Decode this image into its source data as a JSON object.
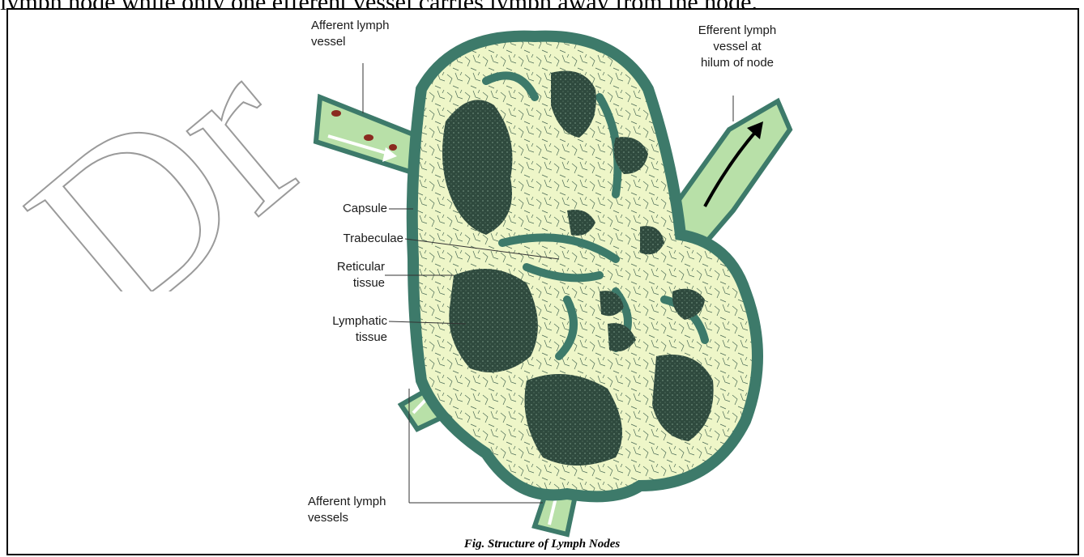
{
  "page": {
    "top_text": "lymph node while only one efferent vessel carries lymph away from the node."
  },
  "diagram": {
    "labels": {
      "afferent_top": "Afferent lymph\nvessel",
      "efferent": "Efferent lymph\nvessel at\nhilum of node",
      "capsule": "Capsule",
      "trabeculae": "Trabeculae",
      "reticular": "Reticular\ntissue",
      "lymphatic": "Lymphatic\ntissue",
      "afferent_bottom": "Afferent lymph\nvessels"
    },
    "watermark_text": "Dr",
    "caption": "Fig. Structure of Lymph Nodes"
  },
  "colors": {
    "capsule": "#3d7a6a",
    "cortex": "#9fd39e",
    "medulla_light": "#eef6c8",
    "nodule": "#2f4a3e",
    "vessel": "#b8e0a8"
  }
}
